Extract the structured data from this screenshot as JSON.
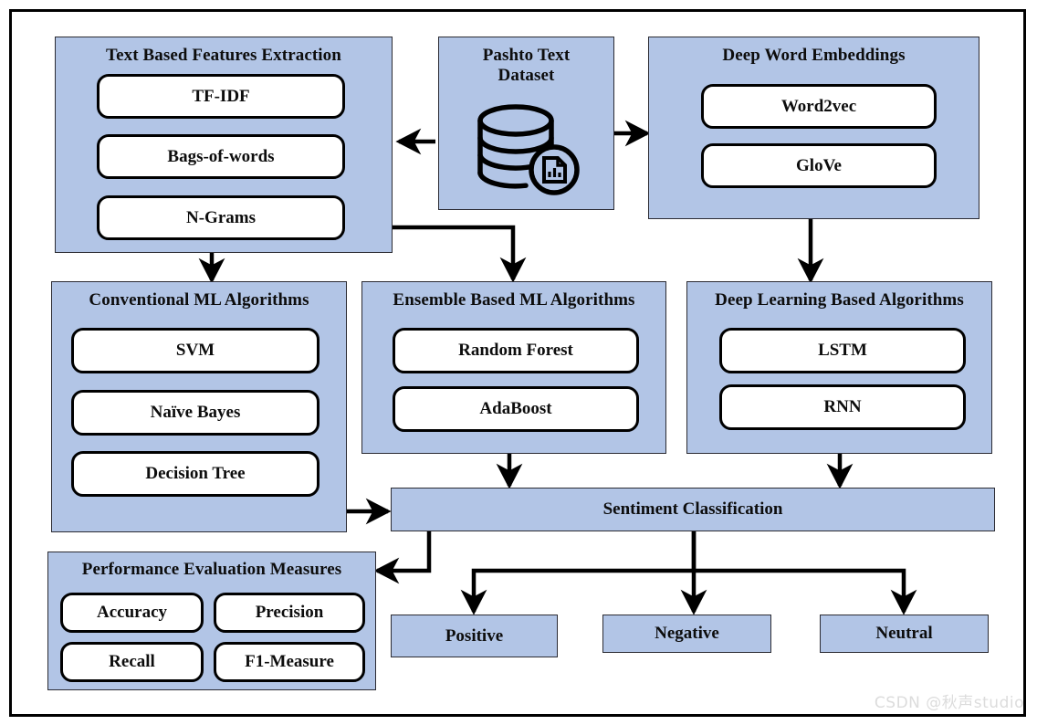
{
  "figure": {
    "watermark": "CSDN @秋声studio",
    "colors": {
      "group_fill": "#b2c5e6",
      "group_border": "#2b2b33",
      "pill_fill": "#ffffff",
      "pill_border": "#000000",
      "text": "#0d0d0d",
      "frame": "#000000",
      "watermark_text": "#dcdcdc"
    }
  },
  "dataset": {
    "title_line1": "Pashto Text",
    "title_line2": "Dataset",
    "icon": "database-icon"
  },
  "text_features": {
    "title": "Text Based Features Extraction",
    "items": [
      {
        "label": "TF-IDF"
      },
      {
        "label": "Bags-of-words"
      },
      {
        "label": "N-Grams"
      }
    ]
  },
  "word_embeddings": {
    "title": "Deep Word Embeddings",
    "items": [
      {
        "label": "Word2vec"
      },
      {
        "label": "GloVe"
      }
    ]
  },
  "conventional_ml": {
    "title": "Conventional ML Algorithms",
    "items": [
      {
        "label": "SVM"
      },
      {
        "label": "Naïve Bayes"
      },
      {
        "label": "Decision Tree"
      }
    ]
  },
  "ensemble_ml": {
    "title": "Ensemble Based ML Algorithms",
    "items": [
      {
        "label": "Random Forest"
      },
      {
        "label": "AdaBoost"
      }
    ]
  },
  "deep_learning": {
    "title": "Deep Learning Based Algorithms",
    "items": [
      {
        "label": "LSTM"
      },
      {
        "label": "RNN"
      }
    ]
  },
  "sentiment": {
    "title": "Sentiment Classification",
    "outputs": [
      {
        "label": "Positive"
      },
      {
        "label": "Negative"
      },
      {
        "label": "Neutral"
      }
    ]
  },
  "performance": {
    "title": "Performance Evaluation Measures",
    "items": [
      {
        "label": "Accuracy"
      },
      {
        "label": "Precision"
      },
      {
        "label": "Recall"
      },
      {
        "label": "F1-Measure"
      }
    ]
  }
}
